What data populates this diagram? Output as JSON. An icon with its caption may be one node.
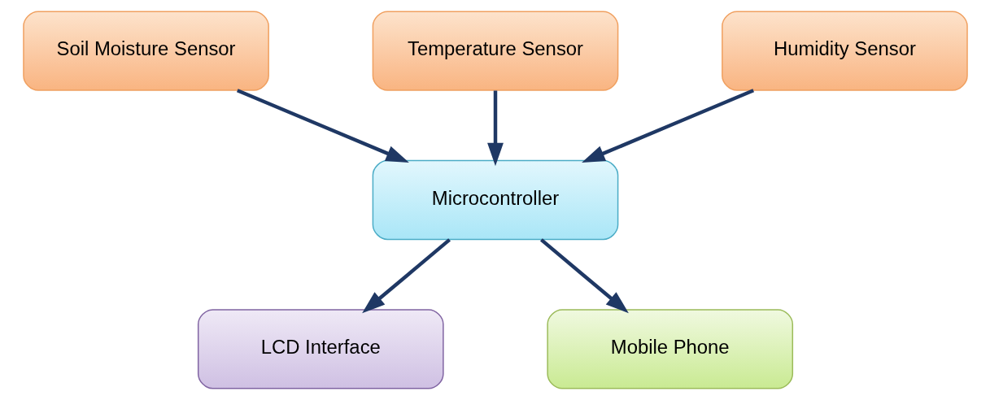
{
  "diagram": {
    "nodes": [
      {
        "text": [
          "Soil Moisture Sensor"
        ]
      },
      {
        "text": [
          "Temperature Sensor"
        ]
      },
      {
        "text": [
          "Humidity Sensor"
        ]
      },
      {
        "text": [
          "Microcontroller"
        ]
      },
      {
        "text": [
          "LCD Interface"
        ]
      },
      {
        "text": [
          "Mobile Phone"
        ]
      }
    ],
    "edges": [
      {
        "from": 0,
        "to": 3,
        "arrow": "to"
      },
      {
        "from": 1,
        "to": 3,
        "arrow": "to"
      },
      {
        "from": 2,
        "to": 3,
        "arrow": "to"
      },
      {
        "from": 3,
        "to": 4,
        "arrow": "to"
      },
      {
        "from": 3,
        "to": 5,
        "arrow": "to"
      }
    ]
  }
}
